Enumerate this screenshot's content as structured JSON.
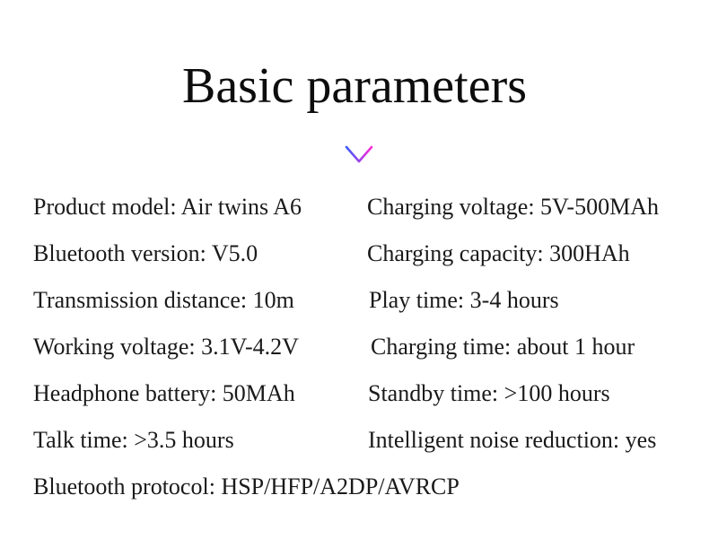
{
  "title": "Basic parameters",
  "divider_icon": "chevron-down-icon",
  "divider_gradient": [
    "#3b5bff",
    "#ff2bd6"
  ],
  "params": {
    "product_model": "Product model: Air twins A6",
    "charging_voltage": "Charging voltage: 5V-500MAh",
    "bluetooth_version": "Bluetooth version: V5.0",
    "charging_capacity": "Charging capacity: 300HAh",
    "transmission_distance": "Transmission distance: 10m",
    "play_time": "Play time: 3-4 hours",
    "working_voltage": "Working voltage: 3.1V-4.2V",
    "charging_time": "Charging time: about 1 hour",
    "headphone_battery": "Headphone battery: 50MAh",
    "standby_time": "Standby time: >100 hours",
    "talk_time": "Talk time: >3.5 hours",
    "noise_reduction": "Intelligent noise reduction: yes",
    "bluetooth_protocol": "Bluetooth protocol: HSP/HFP/A2DP/AVRCP"
  }
}
